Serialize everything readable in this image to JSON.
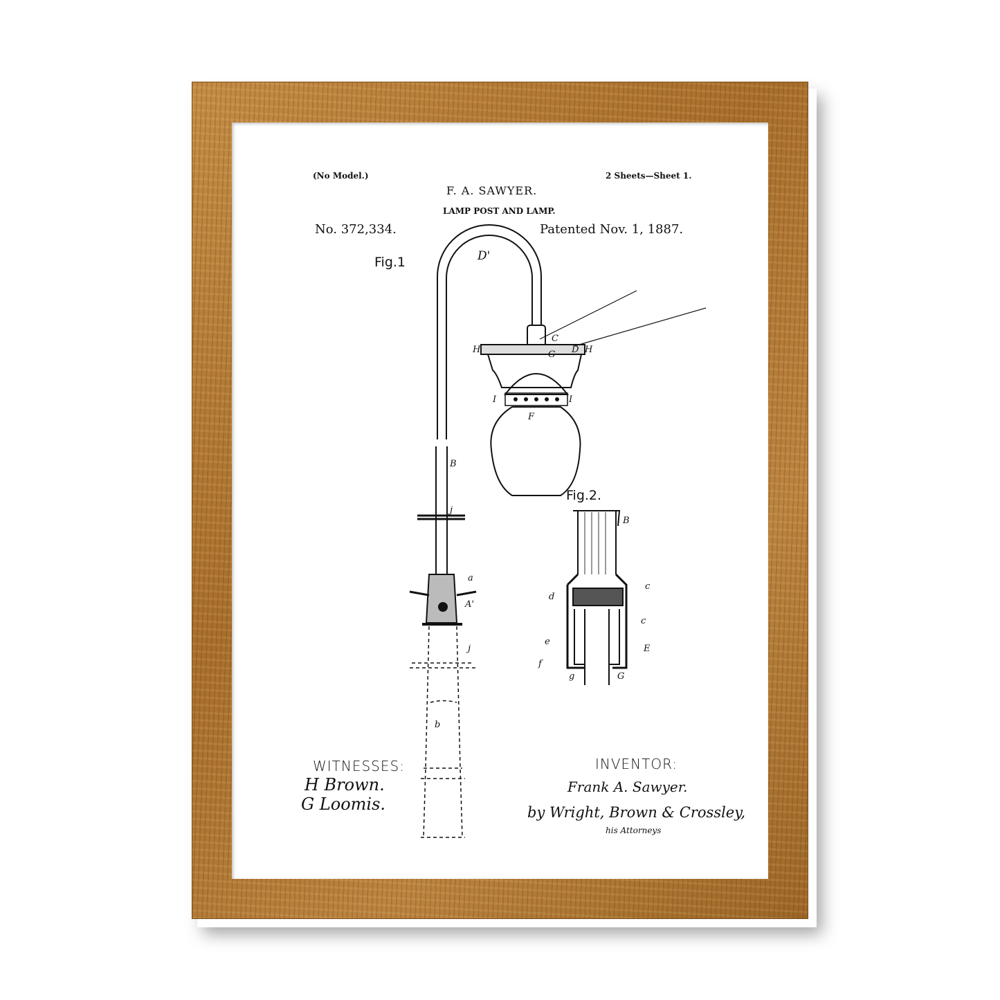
{
  "header": {
    "model_note": "(No Model.)",
    "sheets": "2 Sheets—Sheet 1.",
    "inventor_name": "F. A. SAWYER.",
    "title": "LAMP POST AND LAMP.",
    "patent_number": "No. 372,334.",
    "patent_date": "Patented Nov. 1, 1887."
  },
  "figures": {
    "fig1": "Fig.1",
    "fig2": "Fig.2.",
    "fig1_labels": [
      "D'",
      "C",
      "D",
      "H",
      "G",
      "H",
      "I",
      "I",
      "F",
      "B",
      "j",
      "a",
      "A'",
      "j",
      "b"
    ],
    "fig2_labels": [
      "B",
      "d",
      "c",
      "c",
      "e",
      "E",
      "f",
      "g",
      "G"
    ]
  },
  "footer": {
    "witnesses_label": "WITNESSES:",
    "witness_1": "H Brown.",
    "witness_2": "G Loomis.",
    "inventor_label": "INVENTOR:",
    "inventor_signature": "Frank A. Sawyer.",
    "attorneys": "by Wright, Brown & Crossley,",
    "attorneys_note": "his Attorneys"
  },
  "colors": {
    "frame": "#b07a35",
    "paper": "#ffffff",
    "ink": "#111111"
  }
}
